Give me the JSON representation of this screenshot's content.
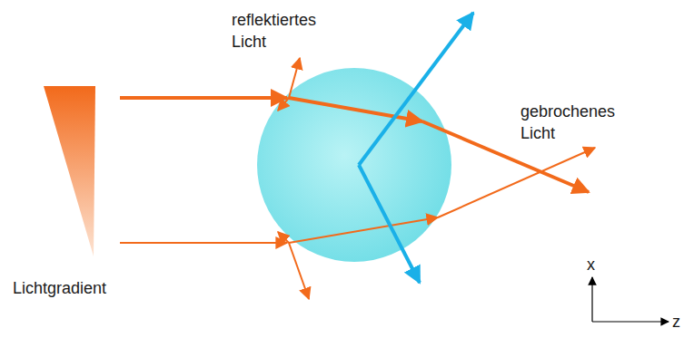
{
  "diagram": {
    "labels": [
      "reflektiertes Licht",
      "gebrochenes Licht",
      "Lichtgradient",
      "x",
      "z"
    ]
  }
}
